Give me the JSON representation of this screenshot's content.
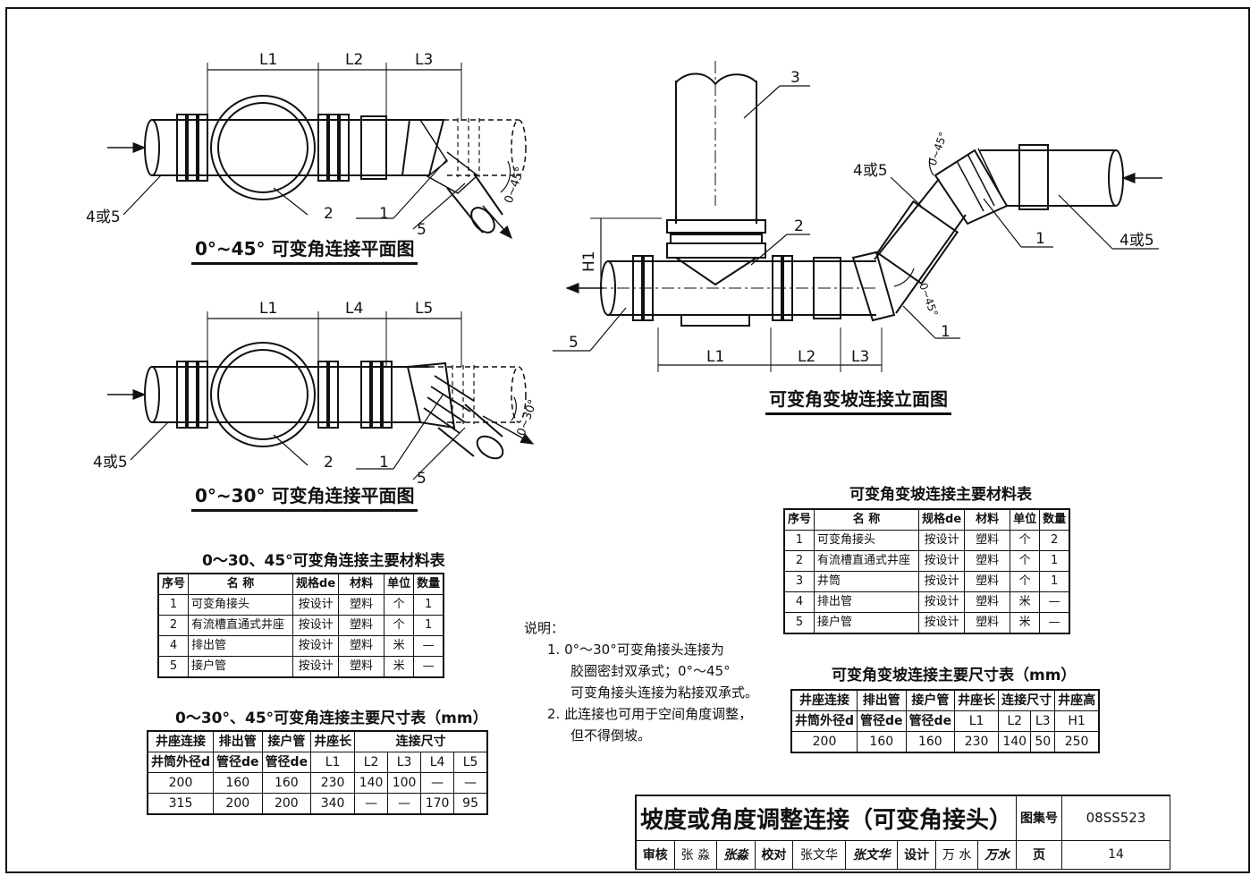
{
  "drawings": {
    "plan45": {
      "title": "0°~45° 可变角连接平面图",
      "dims": [
        "L1",
        "L2",
        "L3"
      ],
      "labels": {
        "inlet": "4或5",
        "well": "2",
        "joint": "1",
        "pipe": "5",
        "angle": "0~45°"
      }
    },
    "plan30": {
      "title": "0°~30° 可变角连接平面图",
      "dims": [
        "L1",
        "L4",
        "L5"
      ],
      "labels": {
        "inlet": "4或5",
        "well": "2",
        "joint": "1",
        "pipe": "5",
        "angle": "0~30°"
      }
    },
    "elevation": {
      "title": "可变角变坡连接立面图",
      "dims": [
        "L1",
        "L2",
        "L3",
        "H1"
      ],
      "labels": {
        "shaft": "3",
        "seat": "2",
        "upper_inlet": "4或5",
        "outlet": "5",
        "joint_upper": "1",
        "joint_lower": "1",
        "angle_upper": "0~45°",
        "angle_lower": "0~45°"
      }
    }
  },
  "table_mat_30_45": {
    "caption": "0～30、45°可变角连接主要材料表",
    "headers": [
      "序号",
      "名 称",
      "规格de",
      "材料",
      "单位",
      "数量"
    ],
    "rows": [
      [
        "1",
        "可变角接头",
        "按设计",
        "塑料",
        "个",
        "1"
      ],
      [
        "2",
        "有流槽直通式井座",
        "按设计",
        "塑料",
        "个",
        "1"
      ],
      [
        "4",
        "排出管",
        "按设计",
        "塑料",
        "米",
        "—"
      ],
      [
        "5",
        "接户管",
        "按设计",
        "塑料",
        "米",
        "—"
      ]
    ]
  },
  "table_dim_30_45": {
    "caption": "0～30°、45°可变角连接主要尺寸表（mm）",
    "head1": [
      "井座连接",
      "排出管",
      "接户管",
      "井座长",
      "连接尺寸"
    ],
    "head2": [
      "井筒外径d",
      "管径de",
      "管径de",
      "L1",
      "L2",
      "L3",
      "L4",
      "L5"
    ],
    "rows": [
      [
        "200",
        "160",
        "160",
        "230",
        "140",
        "100",
        "—",
        "—"
      ],
      [
        "315",
        "200",
        "200",
        "340",
        "—",
        "—",
        "170",
        "95"
      ]
    ]
  },
  "table_mat_slope": {
    "caption": "可变角变坡连接主要材料表",
    "headers": [
      "序号",
      "名 称",
      "规格de",
      "材料",
      "单位",
      "数量"
    ],
    "rows": [
      [
        "1",
        "可变角接头",
        "按设计",
        "塑料",
        "个",
        "2"
      ],
      [
        "2",
        "有流槽直通式井座",
        "按设计",
        "塑料",
        "个",
        "1"
      ],
      [
        "3",
        "井筒",
        "按设计",
        "塑料",
        "个",
        "1"
      ],
      [
        "4",
        "排出管",
        "按设计",
        "塑料",
        "米",
        "—"
      ],
      [
        "5",
        "接户管",
        "按设计",
        "塑料",
        "米",
        "—"
      ]
    ]
  },
  "table_dim_slope": {
    "caption": "可变角变坡连接主要尺寸表（mm）",
    "head1": [
      "井座连接",
      "排出管",
      "接户管",
      "井座长",
      "连接尺寸",
      "井座高"
    ],
    "head2": [
      "井筒外径d",
      "管径de",
      "管径de",
      "L1",
      "L2",
      "L3",
      "H1"
    ],
    "row": [
      "200",
      "160",
      "160",
      "230",
      "140",
      "50",
      "250"
    ]
  },
  "notes": {
    "heading": "说明：",
    "n1a": "1. 0°～30°可变角接头连接为",
    "n1b": "胶圈密封双承式；0°～45°",
    "n1c": "可变角接头连接为粘接双承式。",
    "n2a": "2. 此连接也可用于空间角度调整，",
    "n2b": "但不得倒坡。"
  },
  "title_block": {
    "main_title": "坡度或角度调整连接（可变角接头）",
    "atlas_label": "图集号",
    "atlas_no": "08SS523",
    "review_label": "审核",
    "reviewer": "张 淼",
    "reviewer_sign": "张淼",
    "check_label": "校对",
    "checker": "张文华",
    "checker_sign": "张文华",
    "design_label": "设计",
    "designer": "万 水",
    "designer_sign": "万水",
    "page_label": "页",
    "page_no": "14"
  }
}
